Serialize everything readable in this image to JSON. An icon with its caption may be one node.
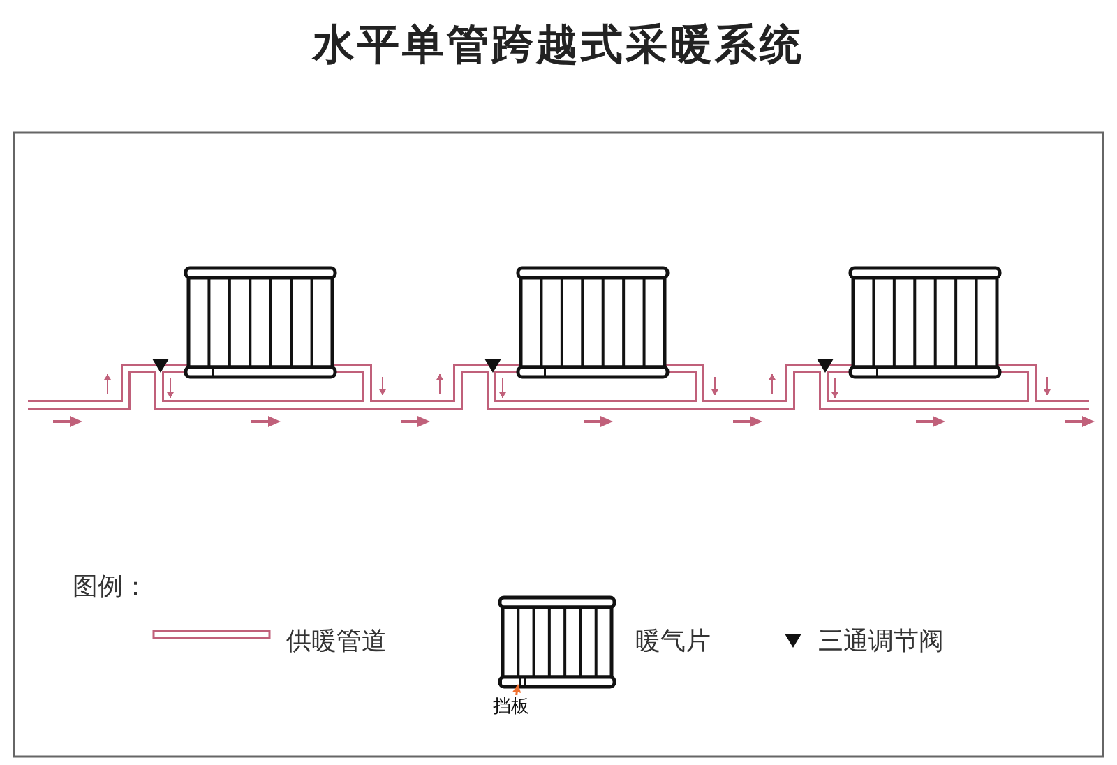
{
  "diagram": {
    "title": "水平单管跨越式采暖系统",
    "nodes": [
      {
        "text": [
          "挡板"
        ]
      },
      {
        "text": [],
        "shape": "box"
      }
    ],
    "edges": [
      {
        "from": 0,
        "to": 1,
        "arrow": "to"
      }
    ],
    "labels": [
      "图例："
    ],
    "legend": [
      {
        "text": "供暖管道"
      },
      {
        "text": "暖气片"
      },
      {
        "text": "三通调节阀"
      }
    ]
  }
}
